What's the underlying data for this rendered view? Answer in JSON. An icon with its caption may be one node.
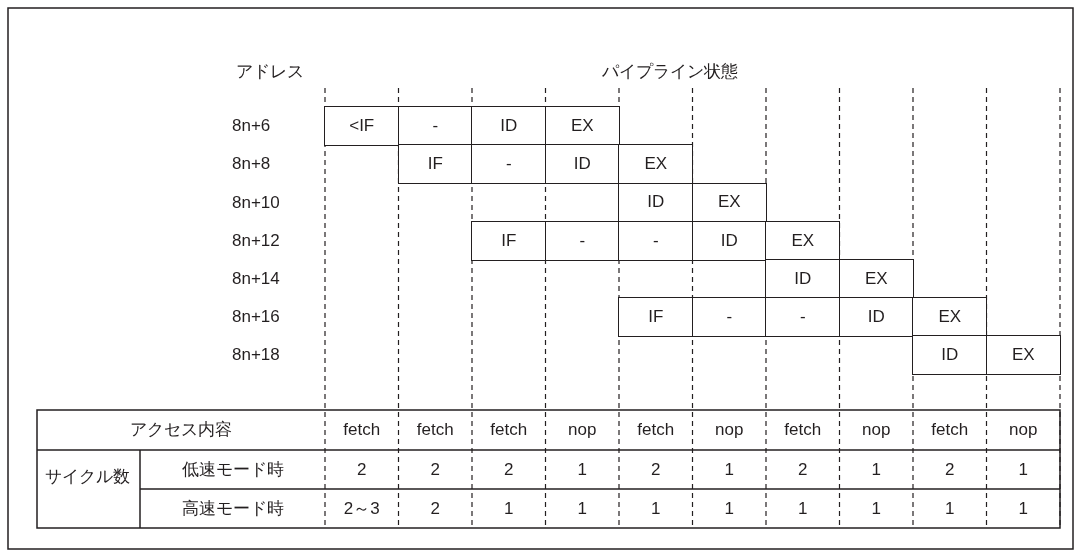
{
  "diagram": {
    "labels": [
      "アドレス",
      "パイプライン状態",
      "8n+6",
      "<IF",
      "-",
      "ID",
      "EX",
      "8n+8",
      "IF",
      "-",
      "ID",
      "EX",
      "8n+10",
      "ID",
      "EX",
      "8n+12",
      "IF",
      "-",
      "-",
      "ID",
      "EX",
      "8n+14",
      "ID",
      "EX",
      "8n+16",
      "IF",
      "-",
      "-",
      "ID",
      "EX",
      "8n+18",
      "ID",
      "EX",
      "アクセス内容",
      "fetch",
      "fetch",
      "fetch",
      "nop",
      "fetch",
      "nop",
      "fetch",
      "nop",
      "fetch",
      "nop",
      "サイクル数",
      "低速モード時",
      "2",
      "2",
      "2",
      "1",
      "2",
      "1",
      "2",
      "1",
      "2",
      "1",
      "高速モード時",
      "2～3",
      "2",
      "1",
      "1",
      "1",
      "1",
      "1",
      "1",
      "1",
      "1"
    ]
  }
}
